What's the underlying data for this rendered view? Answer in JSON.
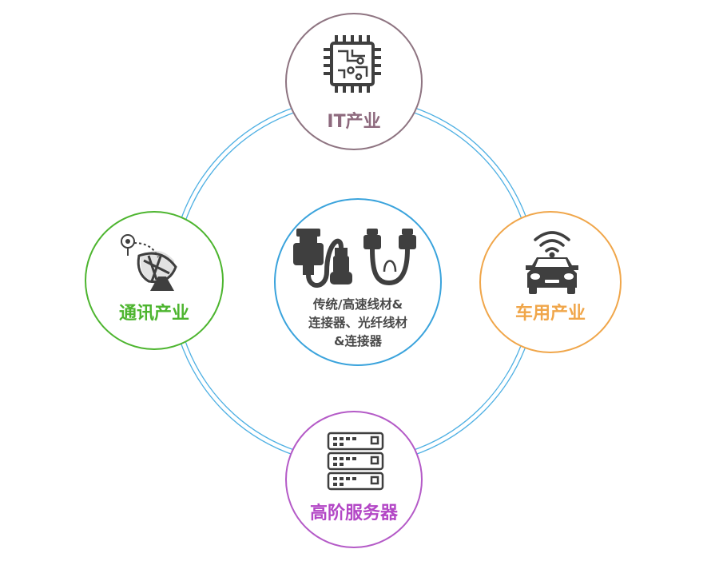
{
  "diagram": {
    "center": {
      "lines": [
        "传统/高速线材&",
        "连接器、光纤线材",
        "&连接器"
      ],
      "icon": "cable-connector-icon",
      "color": "#3aa3dc"
    },
    "nodes": {
      "it": {
        "label": "IT产业",
        "icon": "chip-icon",
        "color": "#8e7481"
      },
      "telecom": {
        "label": "通讯产业",
        "icon": "satellite-dish-icon",
        "color": "#4db52f"
      },
      "automotive": {
        "label": "车用产业",
        "icon": "connected-car-icon",
        "color": "#f0a64a"
      },
      "server": {
        "label": "高阶服务器",
        "icon": "server-rack-icon",
        "color": "#b45ac7"
      }
    },
    "ring_color": "#3aa3dc"
  }
}
